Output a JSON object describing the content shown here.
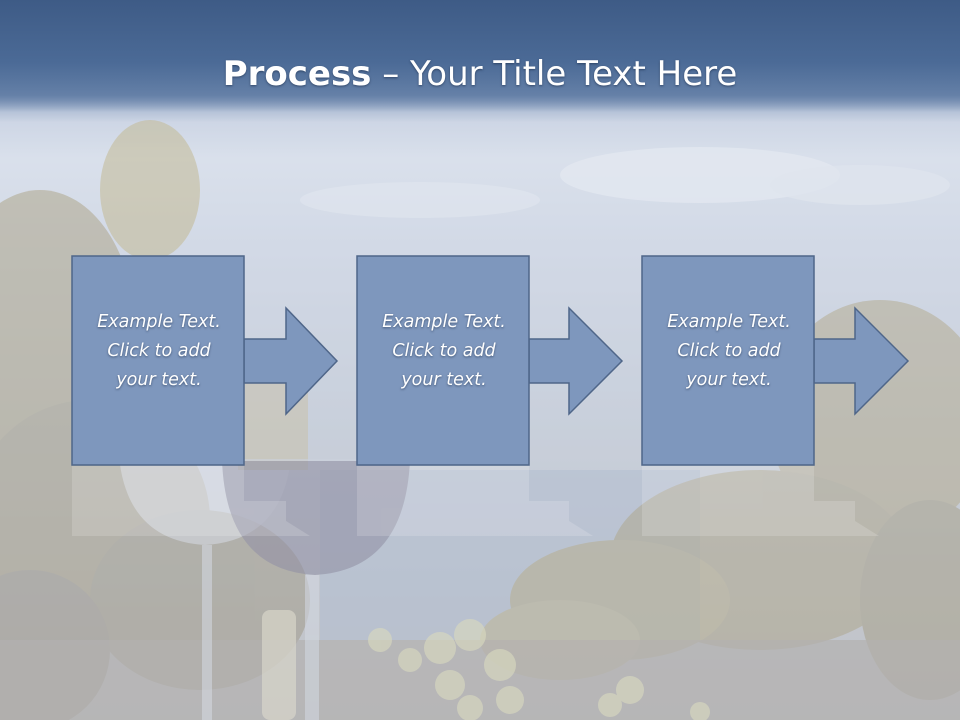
{
  "slide": {
    "title_bold": "Process",
    "title_rest": " – Your Title Text Here"
  },
  "steps": [
    {
      "label": "Example Text.\nClick  to add\nyour text."
    },
    {
      "label": "Example Text.\nClick  to add\nyour text."
    },
    {
      "label": "Example Text.\nClick  to add\nyour text."
    }
  ],
  "colors": {
    "box_fill": "#7e97bd",
    "box_stroke": "#4f6689",
    "title_band": "#4b6a96",
    "text": "#ffffff"
  },
  "icons": {
    "arrow": "right-arrow-icon",
    "background": "wine-vineyard-photo"
  }
}
